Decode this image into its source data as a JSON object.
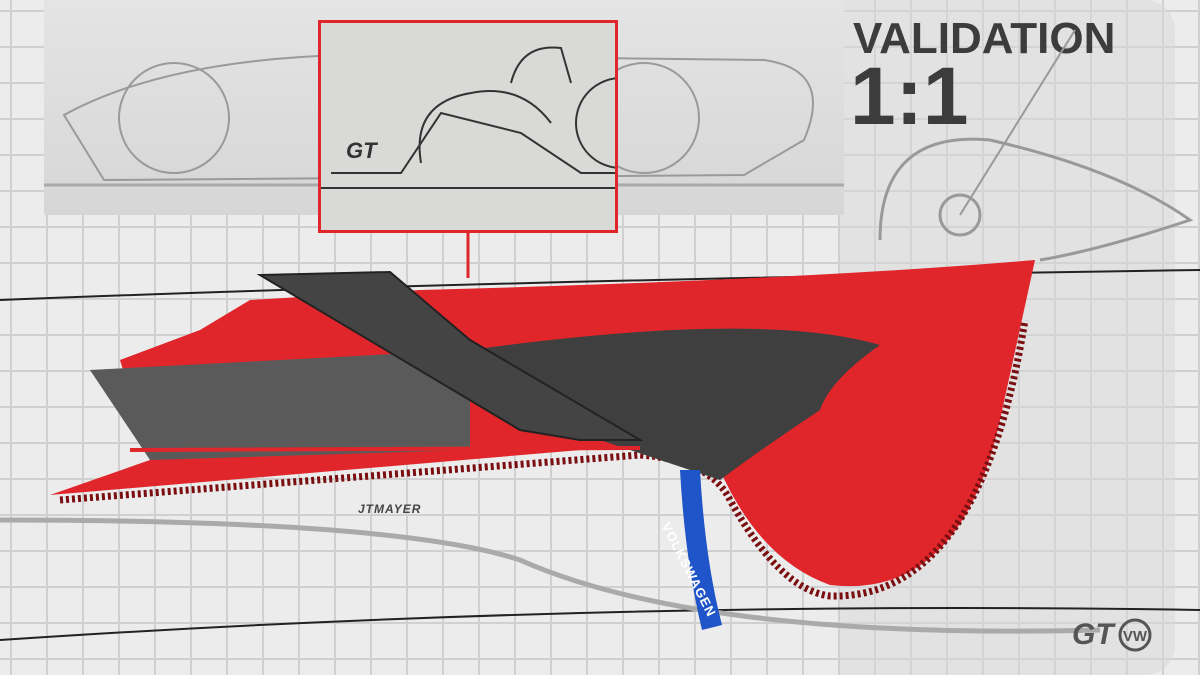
{
  "header": {
    "title": "VALIDATION",
    "scale": "1:1"
  },
  "artwork": {
    "signature": "JTMAYER",
    "strap_label": "VOLKSWAGEN",
    "logos": [
      "GT",
      "VW"
    ],
    "colors": {
      "body_red": "#e0262b",
      "inset_border": "#e0262b",
      "strap_blue": "#1f55c8",
      "carbon": "#4a4a4a",
      "grid": "#d0d0d0",
      "title_text": "#3c3c3c"
    }
  }
}
